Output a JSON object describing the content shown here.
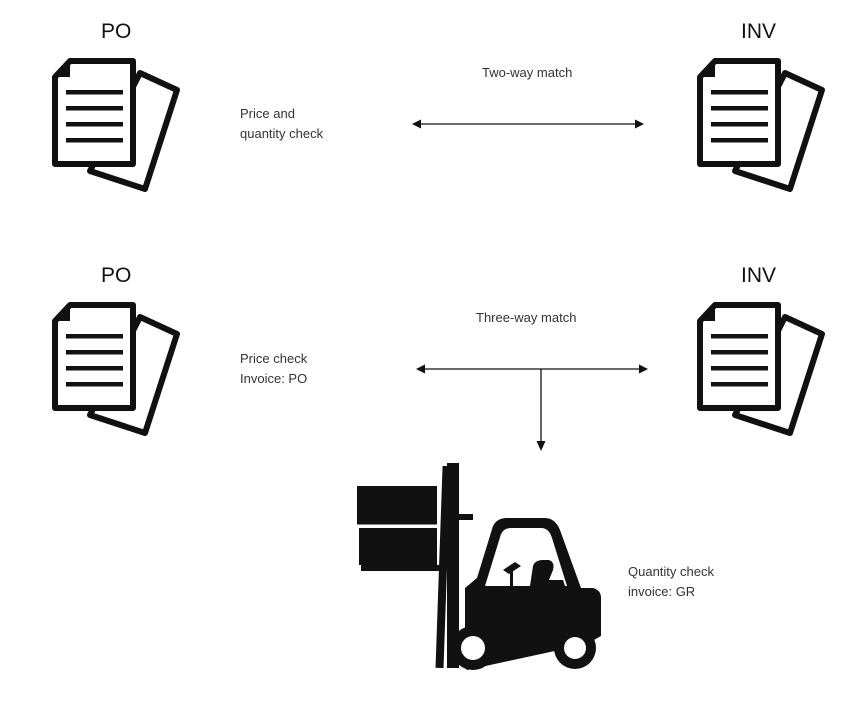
{
  "two_way": {
    "left_label": "PO",
    "right_label": "INV",
    "match_label": "Two-way match",
    "check_line1": "Price and",
    "check_line2": "quantity check"
  },
  "three_way": {
    "left_label": "PO",
    "right_label": "INV",
    "match_label": "Three-way match",
    "check_line1": "Price check",
    "check_line2": "Invoice: PO",
    "gr_line1": "Quantity check",
    "gr_line2": "invoice: GR"
  },
  "icons": {
    "po_doc": "document-icon",
    "inv_doc": "document-icon",
    "goods_receipt": "forklift-icon"
  }
}
